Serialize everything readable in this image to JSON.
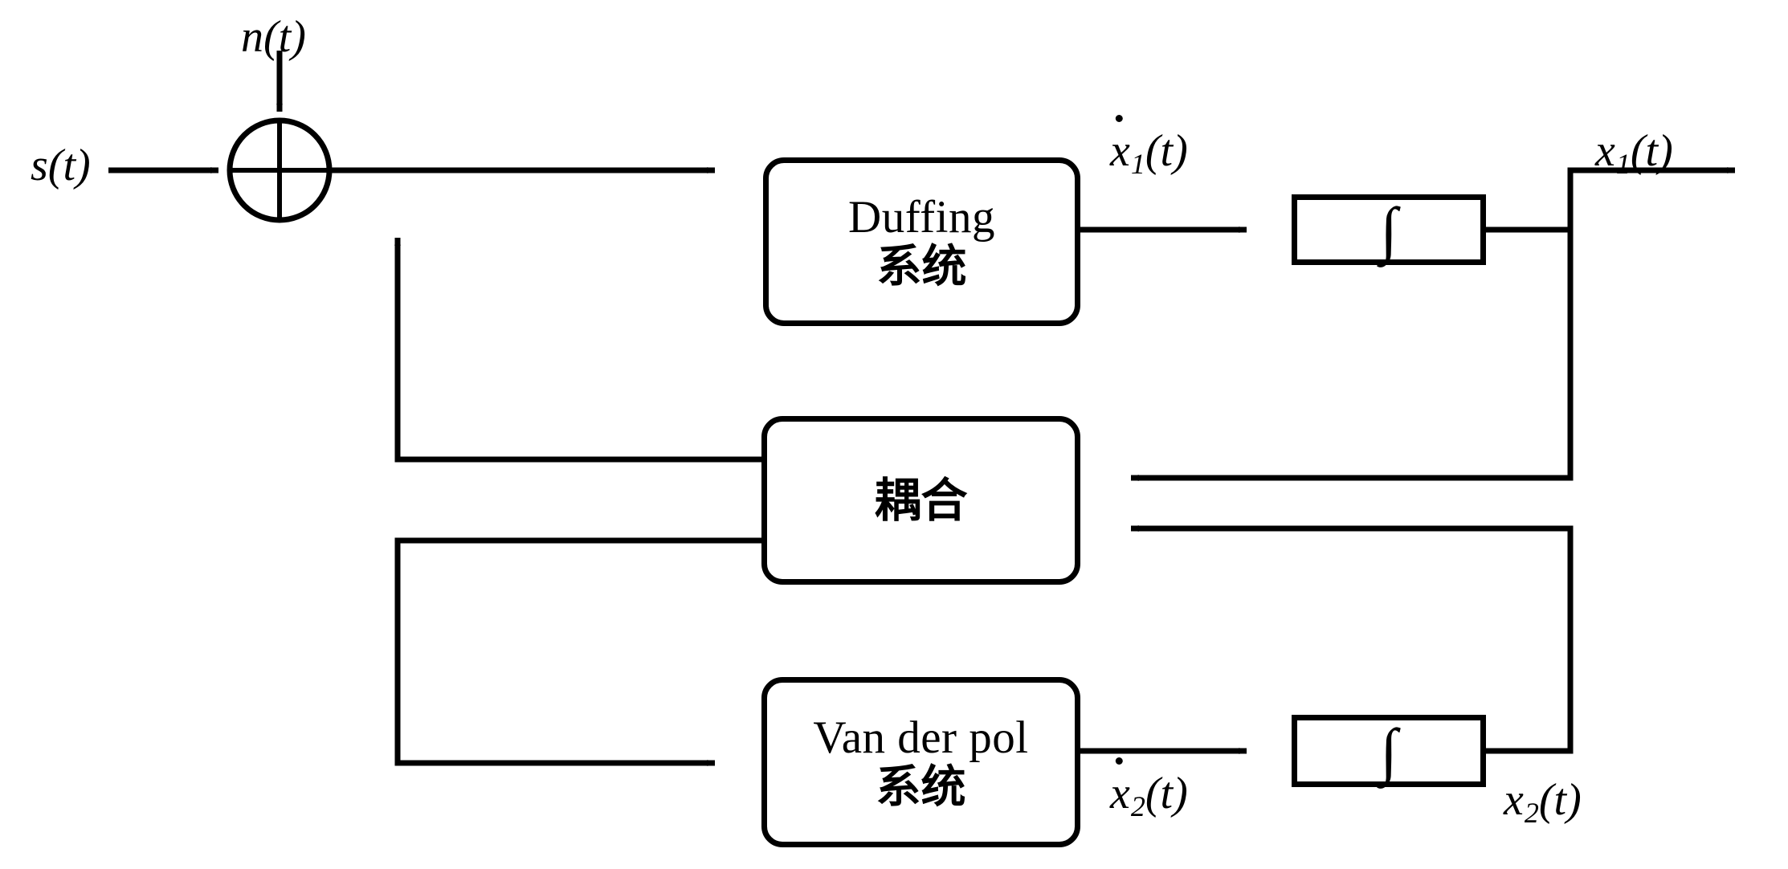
{
  "diagram": {
    "title": "Coupled Duffing and Van der Pol system block diagram",
    "line_color": "#000000",
    "background": "#ffffff",
    "blocks": [
      {
        "id": "duffing",
        "en": "Duffing",
        "cn": "系统",
        "shape": "rounded-rect"
      },
      {
        "id": "coupling",
        "en": "",
        "cn": "耦合",
        "shape": "rounded-rect"
      },
      {
        "id": "vanderpol",
        "en": "Van der pol",
        "cn": "系统",
        "shape": "rounded-rect"
      },
      {
        "id": "integrator1",
        "symbol": "∫",
        "shape": "rect"
      },
      {
        "id": "integrator2",
        "symbol": "∫",
        "shape": "rect"
      }
    ],
    "junction": {
      "id": "sum",
      "shape": "circle-with-cross"
    },
    "signals": {
      "input": {
        "name": "s",
        "arg": "(t)",
        "dot": false,
        "sub": ""
      },
      "noise": {
        "name": "n",
        "arg": "(t)",
        "dot": false,
        "sub": ""
      },
      "duffing_out": {
        "name": "x",
        "arg": "(t)",
        "dot": true,
        "sub": "1"
      },
      "vdp_out": {
        "name": "x",
        "arg": "(t)",
        "dot": true,
        "sub": "2"
      },
      "state1": {
        "name": "x",
        "arg": "(t)",
        "dot": false,
        "sub": "1"
      },
      "state2": {
        "name": "x",
        "arg": "(t)",
        "dot": false,
        "sub": "2"
      }
    }
  }
}
